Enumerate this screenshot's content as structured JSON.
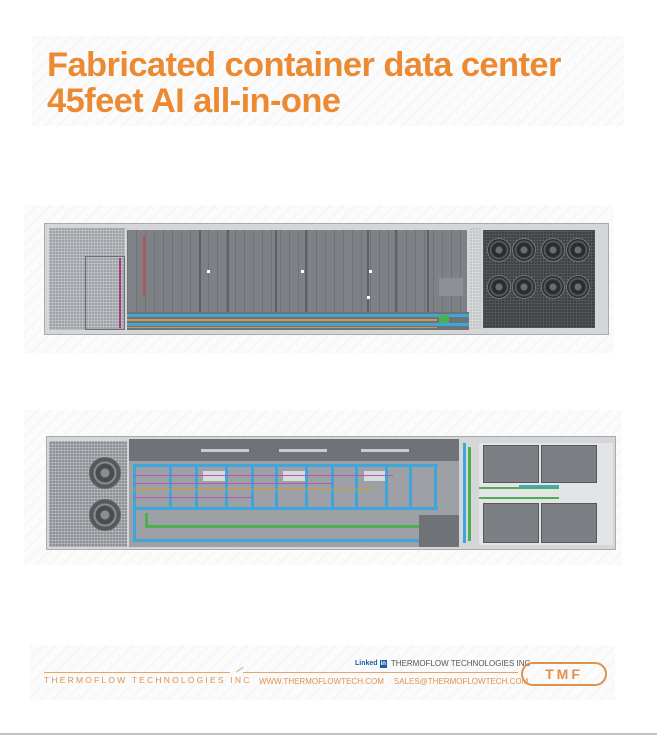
{
  "title": {
    "line1": "Fabricated container data center",
    "line2": "45feet AI all-in-one",
    "color": "#ec8a34"
  },
  "diagrams": [
    {
      "name": "top-view-layout",
      "description": "45ft container plan view: cooling unit (left), row of server racks with blue/orange piping along bottom, dry-cooler fan array of 8 fans (right)",
      "fan_count": 8
    },
    {
      "name": "piping-layout",
      "description": "45ft container plan view: 2 condenser fans (left), rack bays with blue, magenta, green piping network, 4 tank/battery modules (right)",
      "fan_count": 2,
      "module_count": 4
    }
  ],
  "footer": {
    "company_left": "THERMOFLOW TECHNOLOGIES INC",
    "linkedin_word": "Linked",
    "linkedin_in": "in",
    "linkedin_company": "THERMOFLOW TECHNOLOGIES INC",
    "website": "WWW.THERMOFLOWTECH.COM",
    "email": "SALES@THERMOFLOWTECH.COM",
    "logo": "TMF",
    "accent_color": "#e0914d"
  }
}
